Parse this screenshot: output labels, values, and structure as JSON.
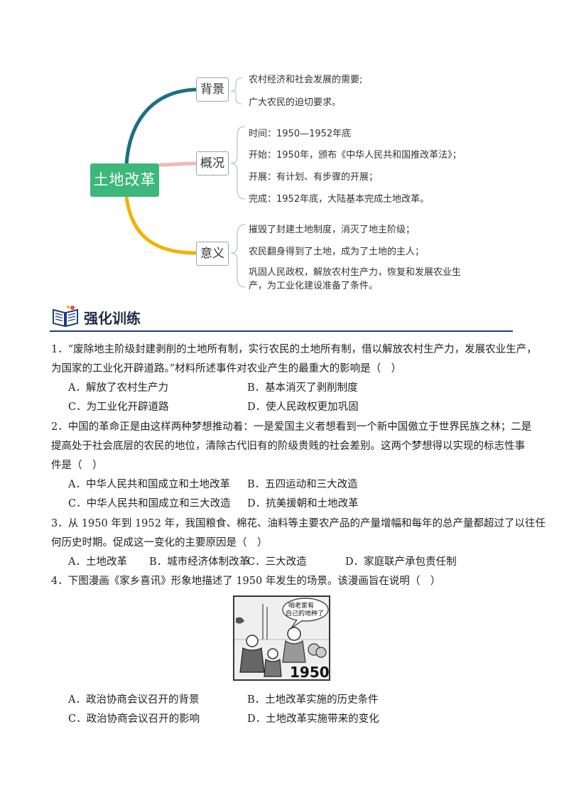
{
  "mindmap": {
    "center": "土地改革",
    "branches": [
      {
        "label": "背景",
        "color": "#1e6f86",
        "items": [
          "农村经济和社会发展的需要;",
          "广大农民的迫切要求。"
        ]
      },
      {
        "label": "概况",
        "color": "#f4b8b4",
        "items": [
          "时间：1950—1952年底",
          "开始：1950年，颁布《中华人民共和国推改革法》；",
          "开展：有计划、有步骤的开展；",
          "完成：1952年底，大陆基本完成土地改革。"
        ]
      },
      {
        "label": "意义",
        "color": "#f0b400",
        "items": [
          "摧毁了封建土地制度，消灭了地主阶级；",
          "农民翻身得到了土地，成为了土地的主人；",
          "巩固人民政权，解放农村生产力，恢复和发展农业生",
          "产，为工业化建设准备了条件。"
        ]
      }
    ]
  },
  "section_title": "强化训练",
  "questions": [
    {
      "lines": [
        "1．“废除地主阶级封建剥削的土地所有制，实行农民的土地所有制，借以解放农村生产力，发展农业生产，",
        "为国家的工业化开辟道路。”材料所述事件对农业产生的最重大的影响是（　）"
      ],
      "options": [
        "A．解放了农村生产力",
        "B．基本消灭了剥削制度",
        "C．为工业化开辟道路",
        "D．使人民政权更加巩固"
      ]
    },
    {
      "lines": [
        "2．中国的革命正是由这样两种梦想推动着：一是爱国主义者想看到一个新中国傲立于世界民族之林；二是",
        "提高处于社会底层的农民的地位，清除古代旧有的阶级贵贱的社会差别。这两个梦想得以实现的标志性事",
        "件是（　）"
      ],
      "options": [
        "A．中华人民共和国成立和土地改革",
        "B．五四运动和三大改造",
        "C．中华人民共和国成立和三大改造",
        "D．抗美援朝和土地改革"
      ]
    },
    {
      "lines": [
        "3．从 1950 年到 1952 年，我国粮食、棉花、油料等主要农产品的产量增幅和每年的总产量都超过了以往任",
        "何历史时期。促成这一变化的主要原因是（　）"
      ],
      "options": [
        "A．土地改革",
        "B．城市经济体制改革",
        "C．三大改造",
        "D．家庭联产承包责任制"
      ]
    },
    {
      "lines": [
        "4．下图漫画《家乡喜讯》形象地描述了 1950 年发生的场景。该漫画旨在说明（　）"
      ],
      "options": [
        "A．政治协商会议召开的背景",
        "B．土地改革实施的历史条件",
        "C．政治协商会议召开的影响",
        "D．土地改革实施带来的变化"
      ]
    }
  ],
  "cartoon": {
    "speech": [
      "咱老家有",
      "自己的地种了"
    ],
    "year": "1950"
  }
}
